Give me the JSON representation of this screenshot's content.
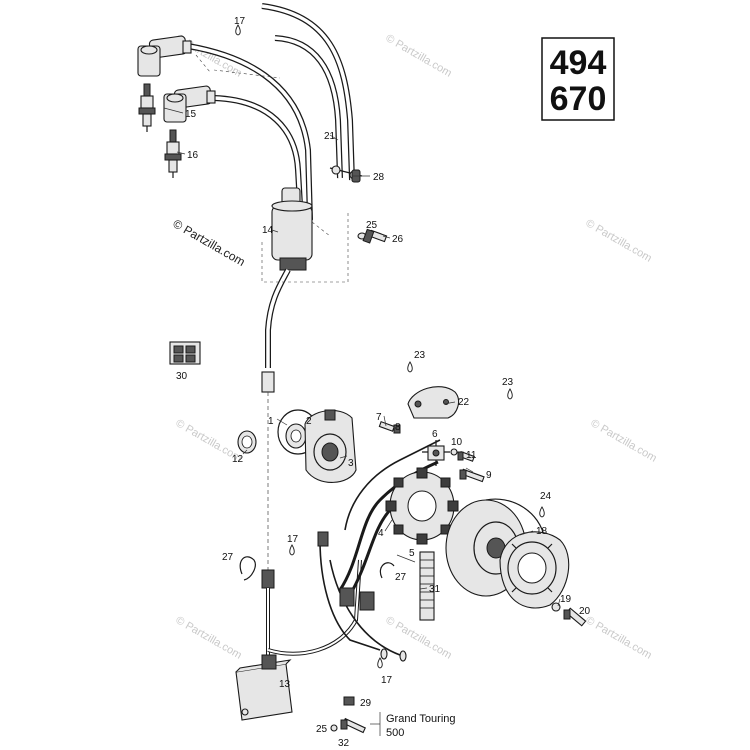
{
  "model_box": {
    "line1": "494",
    "line2": "670"
  },
  "watermarks": {
    "main": "© Partzilla.com",
    "faint": "© Partzilla.com"
  },
  "callouts": {
    "c1": "1",
    "c2": "2",
    "c3": "3",
    "c4": "4",
    "c5": "5",
    "c6": "6",
    "c7": "7",
    "c8": "8",
    "c9": "9",
    "c10": "10",
    "c11": "11",
    "c12": "12",
    "c13": "13",
    "c14": "14",
    "c15": "15",
    "c16": "16",
    "c17a": "17",
    "c17b": "17",
    "c17c": "17",
    "c18": "18",
    "c19": "19",
    "c20": "20",
    "c21": "21",
    "c22": "22",
    "c23a": "23",
    "c23b": "23",
    "c24": "24",
    "c25a": "25",
    "c25b": "25",
    "c26": "26",
    "c27a": "27",
    "c27b": "27",
    "c28": "28",
    "c29": "29",
    "c30": "30",
    "c31": "31",
    "c32": "32"
  },
  "note": {
    "line1": "Grand Touring",
    "line2": "500"
  }
}
